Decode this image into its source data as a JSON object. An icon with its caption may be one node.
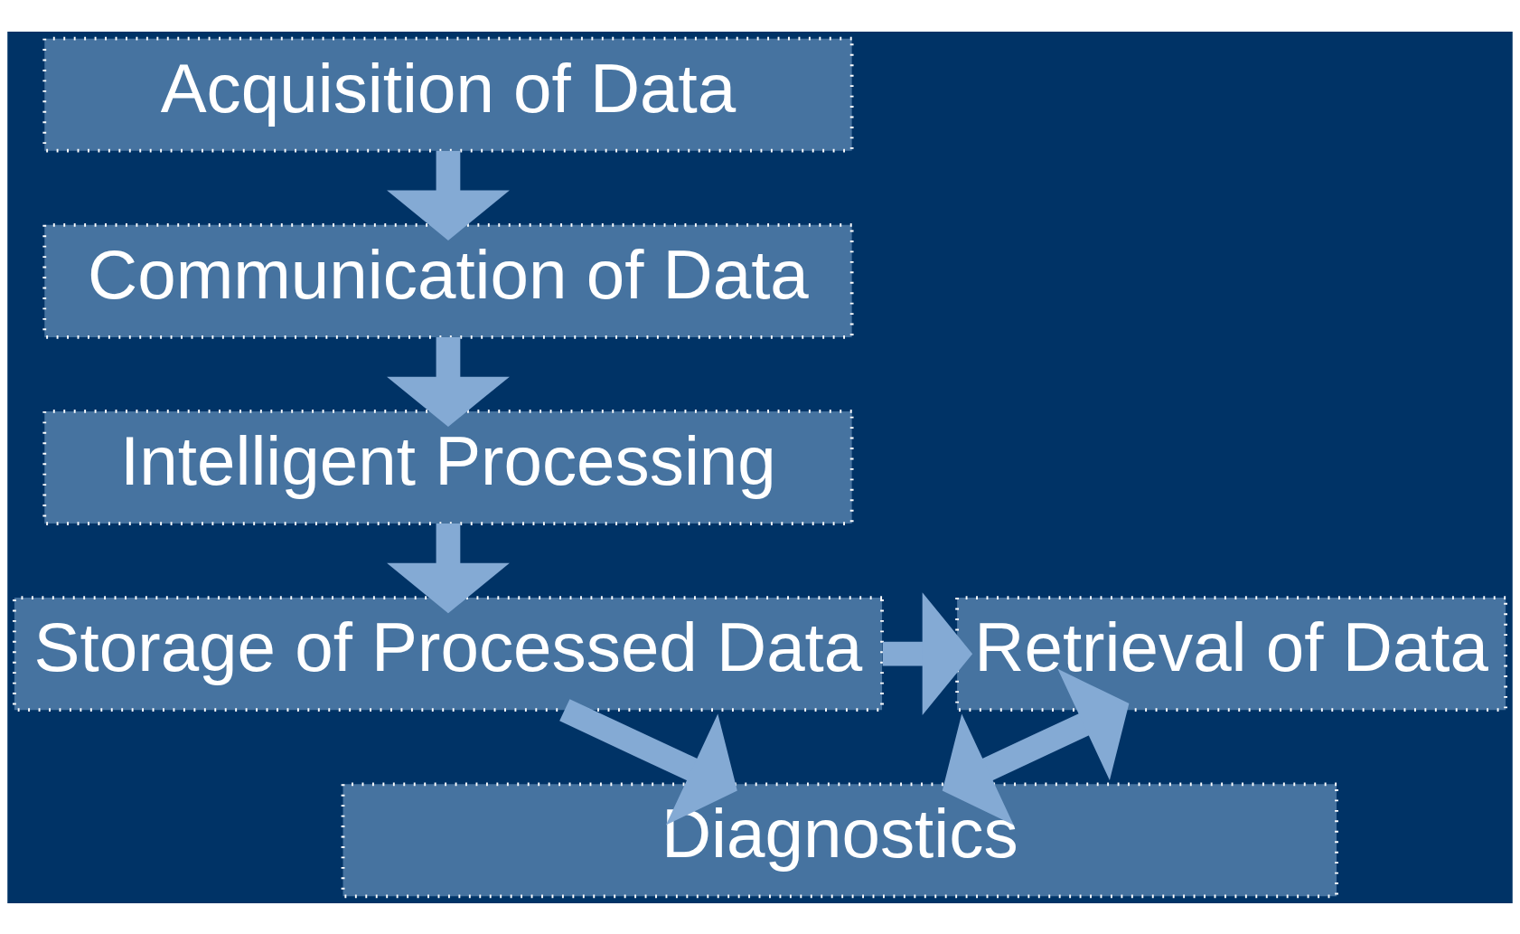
{
  "diagram": {
    "nodes": [
      {
        "text": [
          "Acquisition of Data"
        ]
      },
      {
        "text": [
          "Communication of Data"
        ]
      },
      {
        "text": [
          "Intelligent Processing"
        ]
      },
      {
        "text": [
          "Storage of Processed Data"
        ]
      },
      {
        "text": [
          "Retrieval of Data"
        ]
      },
      {
        "text": [
          "Diagnostics"
        ]
      }
    ],
    "edges": [
      {
        "from": 0,
        "to": 1,
        "arrow": "to"
      },
      {
        "from": 1,
        "to": 2,
        "arrow": "to"
      },
      {
        "from": 2,
        "to": 3,
        "arrow": "to"
      },
      {
        "from": 3,
        "to": 4,
        "arrow": "to"
      },
      {
        "from": 3,
        "to": 5,
        "arrow": "to"
      },
      {
        "from": 4,
        "to": 5,
        "arrow": "both"
      }
    ]
  }
}
